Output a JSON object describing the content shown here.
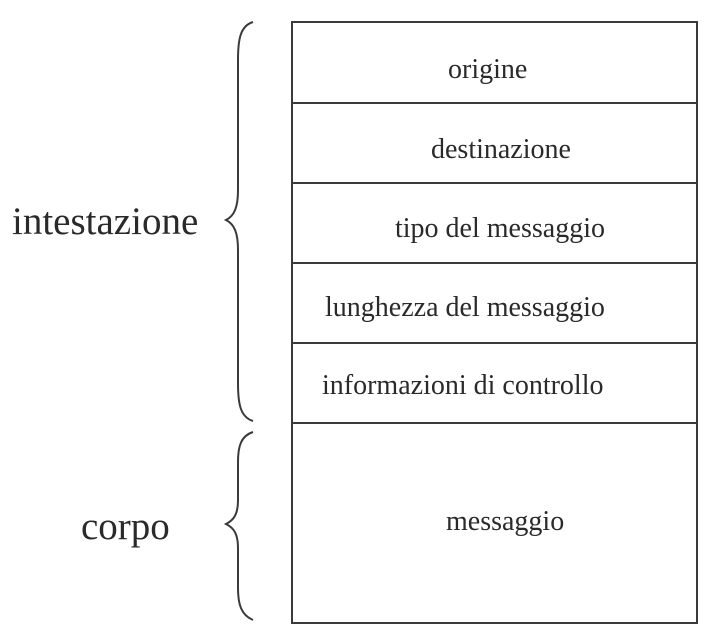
{
  "header_group_label": "intestazione",
  "body_group_label": "corpo",
  "header_fields": [
    "origine",
    "destinazione",
    "tipo del messaggio",
    "lunghezza del messaggio",
    "informazioni di controllo"
  ],
  "body_field": "messaggio",
  "colors": {
    "line": "#3a3a3a",
    "text": "#2a2a2a",
    "background": "#ffffff"
  }
}
